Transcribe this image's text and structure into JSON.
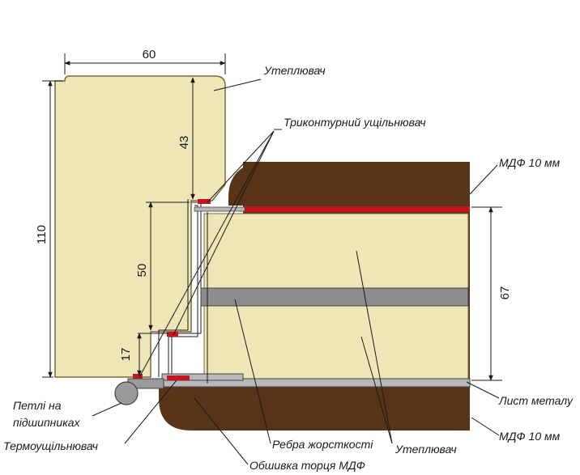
{
  "colors": {
    "insulation": "#efe6b8",
    "insulation_stroke": "#7a6a3a",
    "mdf": "#5a3418",
    "mdf_dark": "#3e220f",
    "rib": "#8c8c8c",
    "metal": "#b8b8b8",
    "red_seal": "#c8141e",
    "hinge": "#9a9a9a"
  },
  "dimensions": {
    "frame_width": "60",
    "frame_height": "110",
    "upper_segment": "43",
    "middle_segment": "50",
    "lower_segment": "17",
    "door_section": "67"
  },
  "labels": {
    "insulation_top": "Утеплювач",
    "triple_seal": "Триконтурний  ущільнювач",
    "mdf_top": "МДФ 10 мм",
    "metal_sheet": "Лист металу",
    "mdf_bottom": "МДФ 10 мм",
    "hinges_line1": "Петлі на",
    "hinges_line2": "підшипниках",
    "thermo_seal": "Термоущільнювач",
    "ribs": "Ребра жорсткості",
    "insulation_bottom": "Утеплювач",
    "edge_cladding": "Обшивка торця МДФ"
  }
}
